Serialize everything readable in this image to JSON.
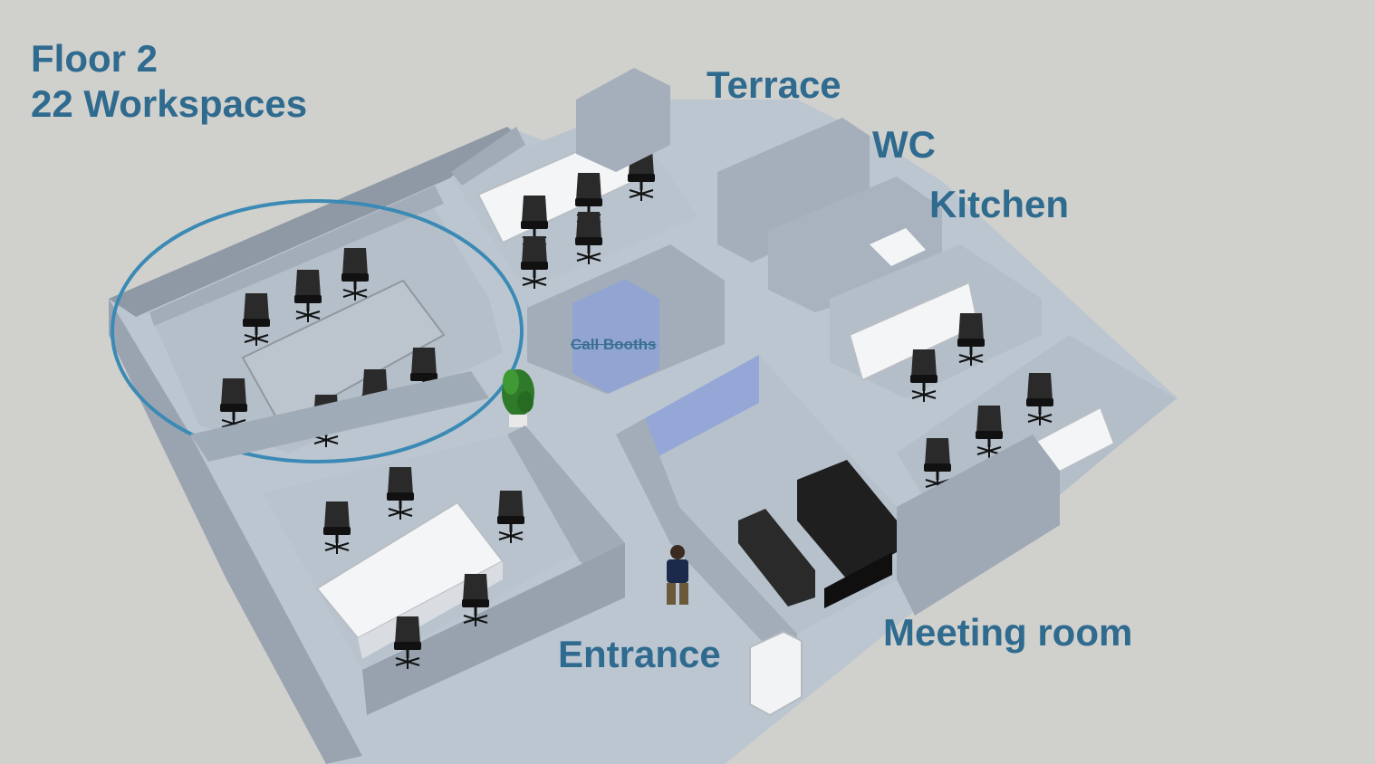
{
  "floor": {
    "name": "Floor 2",
    "workspaces": "22 Workspaces"
  },
  "rooms": {
    "terrace": "Terrace",
    "wc": "WC",
    "kitchen": "Kitchen",
    "call_booths": "Call Booths",
    "meeting_room": "Meeting room",
    "entrance": "Entrance"
  },
  "colors": {
    "background": "#d0d0cc",
    "label": "#2f6a8f",
    "highlight_ring": "#3a8ab5",
    "wall": "#a6b1bd",
    "floor": "#bcc6d0",
    "glass": "#8ea2d8",
    "chair": "#1e1e1e",
    "desk": "#f4f5f6"
  }
}
